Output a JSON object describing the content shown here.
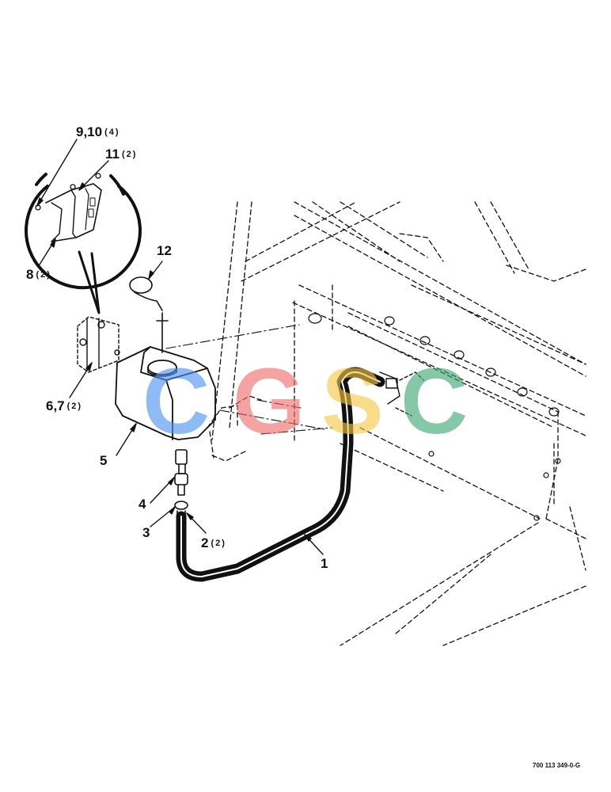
{
  "callouts": [
    {
      "id": "1",
      "label": "1",
      "qty": ""
    },
    {
      "id": "2",
      "label": "2",
      "qty": "(2)"
    },
    {
      "id": "3",
      "label": "3",
      "qty": ""
    },
    {
      "id": "4",
      "label": "4",
      "qty": ""
    },
    {
      "id": "5",
      "label": "5",
      "qty": ""
    },
    {
      "id": "6-7",
      "label": "6,7",
      "qty": "(2)"
    },
    {
      "id": "8",
      "label": "8",
      "qty": "(2)"
    },
    {
      "id": "9-10",
      "label": "9,10",
      "qty": "(4)"
    },
    {
      "id": "11",
      "label": "11",
      "qty": "(2)"
    },
    {
      "id": "12",
      "label": "12",
      "qty": ""
    }
  ],
  "watermark": {
    "letters": [
      "C",
      "G",
      "S",
      "C"
    ],
    "colors": [
      "#4a90f0",
      "#f06a6a",
      "#f5c842",
      "#3aa872"
    ]
  },
  "document_code": "700 113 349-0-G",
  "colors": {
    "ink": "#111111",
    "background": "#ffffff"
  }
}
